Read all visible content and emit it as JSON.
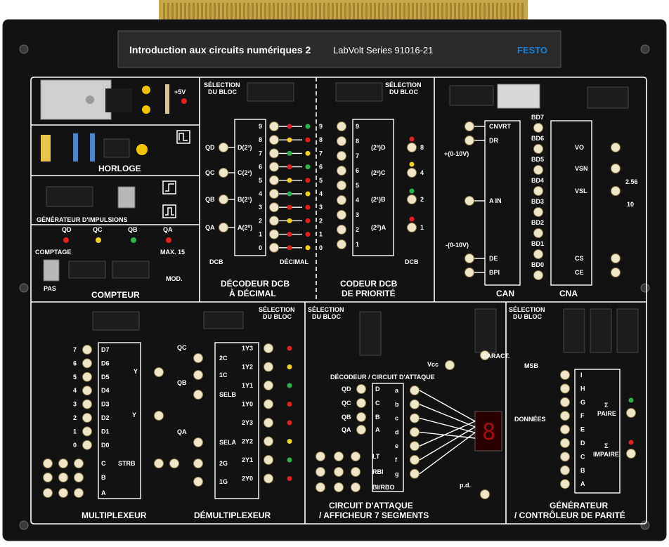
{
  "header": {
    "title": "Introduction aux circuits numériques 2",
    "series": "LabVolt Series 91016-21",
    "brand": "FESTO"
  },
  "colors": {
    "board": "#121212",
    "label_bar": "#2b2b2b",
    "edge_connector": "#c7a64a",
    "brand": "#1a7fd0",
    "jack": "#efe6c9",
    "led_red": "#e02020",
    "led_yellow": "#f2d21b",
    "led_green": "#2bb34a"
  },
  "horloge": {
    "title": "HORLOGE",
    "supply": "+5V"
  },
  "generateur_impulsions": {
    "title": "GÉNÉRATEUR D'IMPULSIONS"
  },
  "compteur": {
    "title": "COMPTEUR",
    "leds": [
      "QD",
      "QC",
      "QB",
      "QA"
    ],
    "comptage": "COMPTAGE",
    "pas": "PAS",
    "max": "MAX. 15",
    "mod": "MOD."
  },
  "decodeur_dcb": {
    "title_1": "DÉCODEUR DCB",
    "title_2": "À DÉCIMAL",
    "select": [
      "SÉLECTION",
      "DU BLOC"
    ],
    "inputs": [
      "QD",
      "QC",
      "QB",
      "QA"
    ],
    "input_pins": [
      "D(2³)",
      "C(2²)",
      "B(2¹)",
      "A(2⁰)"
    ],
    "outputs": [
      "9",
      "8",
      "7",
      "6",
      "5",
      "4",
      "3",
      "2",
      "1",
      "0"
    ],
    "dcb": "DCB",
    "decimal": "DÉCIMAL"
  },
  "codeur_dcb": {
    "title_1": "CODEUR DCB",
    "title_2": "DE PRIORITÉ",
    "select": [
      "SÉLECTION",
      "DU BLOC"
    ],
    "inputs": [
      "9",
      "8",
      "7",
      "6",
      "5",
      "4",
      "3",
      "2",
      "1"
    ],
    "output_pins": [
      "(2³)D",
      "(2²)C",
      "(2¹)B",
      "(2⁰)A"
    ],
    "output_values": [
      "8",
      "4",
      "2",
      "1"
    ],
    "dcb": "DCB"
  },
  "can": {
    "title": "CAN",
    "pins": [
      "CNVRT",
      "DR",
      "A IN",
      "DE",
      "BPI"
    ],
    "range_pos": "+(0-10V)",
    "range_neg": "-(0-10V)",
    "bits": [
      "BD7",
      "BD6",
      "BD5",
      "BD4",
      "BD3",
      "BD2",
      "BD1",
      "BD0"
    ]
  },
  "cna": {
    "title": "CNA",
    "pins": [
      "VO",
      "VSN",
      "VSL",
      "CS",
      "CE"
    ],
    "values": [
      "2.56",
      "10"
    ]
  },
  "multiplexeur": {
    "title": "MULTIPLEXEUR",
    "data_numbers": [
      "7",
      "6",
      "5",
      "4",
      "3",
      "2",
      "1",
      "0"
    ],
    "data_pins": [
      "D7",
      "D6",
      "D5",
      "D4",
      "D3",
      "D2",
      "D1",
      "D0"
    ],
    "y": "Y",
    "ybar": "Y",
    "select_pins": [
      "C",
      "B",
      "A"
    ],
    "strb": "STRB"
  },
  "demultiplexeur": {
    "title": "DÉMULTIPLEXEUR",
    "select": [
      "SÉLECTION",
      "DU BLOC"
    ],
    "in_pins": [
      "2C",
      "1C",
      "SELB",
      "SELA",
      "2G",
      "1G"
    ],
    "in_labels": [
      "QC",
      "QB",
      "QA"
    ],
    "outputs": [
      "1Y3",
      "1Y2",
      "1Y1",
      "1Y0",
      "2Y3",
      "2Y2",
      "2Y1",
      "2Y0"
    ]
  },
  "afficheur": {
    "title_1": "CIRCUIT D'ATTAQUE",
    "title_2": "/ AFFICHEUR 7 SEGMENTS",
    "select": [
      "SÉLECTION",
      "DU BLOC"
    ],
    "sub": "DÉCODEUR / CIRCUIT D'ATTAQUE",
    "inputs": [
      "QD",
      "QC",
      "QB",
      "QA"
    ],
    "in_pins": [
      "D",
      "C",
      "B",
      "A"
    ],
    "seg": [
      "a",
      "b",
      "c",
      "d",
      "e",
      "f",
      "g"
    ],
    "ctrl": [
      "LT",
      "RBI",
      "BI/RBO"
    ],
    "caract": "CARACT.",
    "vcc": "Vcc",
    "pd": "p.d."
  },
  "parite": {
    "title_1": "GÉNÉRATEUR",
    "title_2": "/ CONTRÔLEUR DE PARITÉ",
    "select": [
      "SÉLECTION",
      "DU BLOC"
    ],
    "msb": "MSB",
    "donnees": "DONNÉES",
    "pins": [
      "I",
      "H",
      "G",
      "F",
      "E",
      "D",
      "C",
      "B",
      "A"
    ],
    "paire": "PAIRE",
    "impaire": "IMPAIRE",
    "sigma": "Σ"
  }
}
